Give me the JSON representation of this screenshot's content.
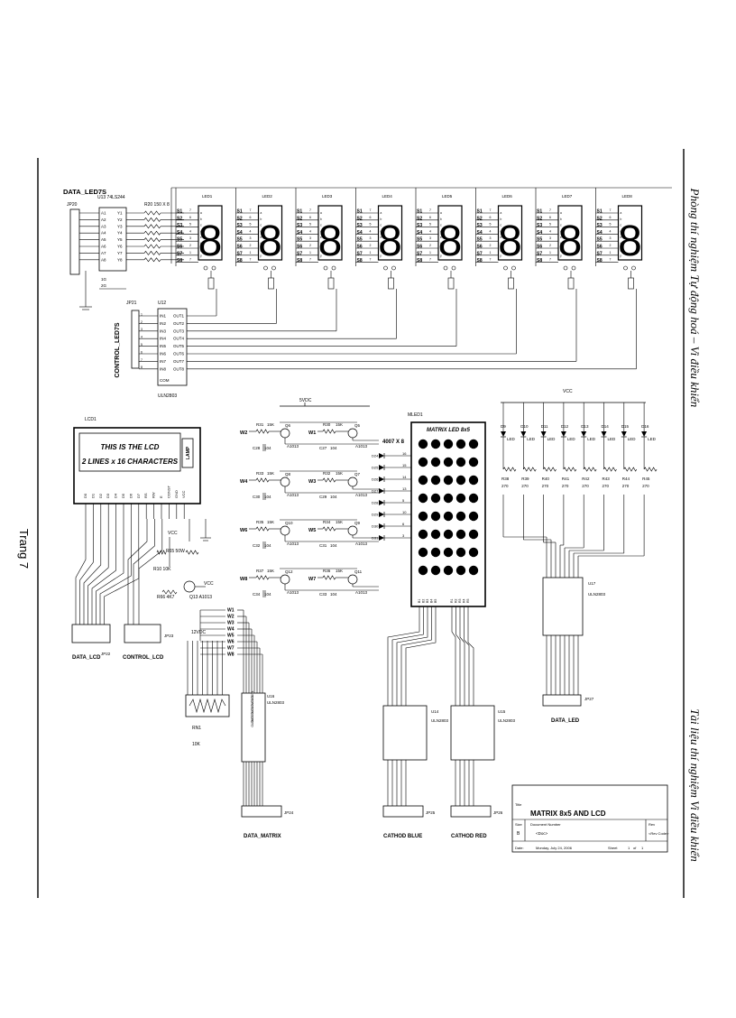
{
  "page": {
    "page_label": "Trang 7",
    "side_header": "Phòng thí nghiệm Tự động hoá – Vi điều khiển",
    "side_footer": "Tài liệu thí nghiệm Vi điều khiển"
  },
  "seven_seg": {
    "title": "DATA_LED7S",
    "jp_label": "JP20",
    "ic_label": "U13 74LS244",
    "res_label": "R20 150 X 8",
    "ic_pins_a": [
      "A1",
      "A2",
      "A3",
      "A4",
      "A5",
      "A6",
      "A7",
      "A8"
    ],
    "ic_pins_y": [
      "Y1",
      "Y2",
      "Y3",
      "Y4",
      "Y5",
      "Y6",
      "Y7",
      "Y8"
    ],
    "enable_pins": [
      "1G",
      "2G"
    ],
    "leds": [
      "LED1",
      "LED2",
      "LED3",
      "LED4",
      "LED5",
      "LED6",
      "LED7",
      "LED8"
    ],
    "seg_pins": [
      "S1",
      "S2",
      "S3",
      "S4",
      "S5",
      "S6",
      "S7",
      "S8"
    ],
    "seg_letters": [
      "a",
      "b",
      "c",
      "d",
      "e",
      "f",
      "g",
      "p"
    ],
    "digit": "8"
  },
  "control_led7s": {
    "title": "CONTROL_LED7S",
    "jp_label": "JP21",
    "ic_label": "U12",
    "ic_part": "ULN2803",
    "inputs": [
      "IN1",
      "IN2",
      "IN3",
      "IN4",
      "IN5",
      "IN6",
      "IN7",
      "IN8"
    ],
    "outputs": [
      "OUT1",
      "OUT2",
      "OUT3",
      "OUT4",
      "OUT5",
      "OUT6",
      "OUT7",
      "OUT8"
    ],
    "com": "COM"
  },
  "lcd": {
    "ref": "LCD1",
    "line1": "THIS IS THE LCD",
    "line2": "2 LINES x 16 CHARACTERS",
    "lamp": "LAMP",
    "pins": [
      "D0",
      "D1",
      "D2",
      "D3",
      "D4",
      "D5",
      "D6",
      "D7",
      "RS",
      "RW",
      "E",
      "CONST",
      "GND",
      "VCC"
    ],
    "r65": "R65 50W",
    "r10": "R10 10K",
    "r66": "R66 4K7",
    "q13": "Q13 A1013",
    "vcc": "VCC",
    "jp22": "JP22",
    "jp23": "JP23",
    "data_label": "DATA_LCD",
    "control_label": "CONTROL_LCD"
  },
  "transistor_block": {
    "supply": "5VDC",
    "rows": [
      {
        "w_left": "W2",
        "w_right": "W1",
        "r_left": "R31",
        "r_right": "R30",
        "c_left": "C28",
        "c_right": "C27",
        "q_left": "Q6",
        "q_right": "Q5"
      },
      {
        "w_left": "W4",
        "w_right": "W3",
        "r_left": "R33",
        "r_right": "R32",
        "c_left": "C30",
        "c_right": "C29",
        "q_left": "Q8",
        "q_right": "Q7"
      },
      {
        "w_left": "W6",
        "w_right": "W5",
        "r_left": "R35",
        "r_right": "R34",
        "c_left": "C32",
        "c_right": "C31",
        "q_left": "Q10",
        "q_right": "Q9"
      },
      {
        "w_left": "W8",
        "w_right": "W7",
        "r_left": "R37",
        "r_right": "R36",
        "c_left": "C34",
        "c_right": "C33",
        "q_left": "Q12",
        "q_right": "Q11"
      }
    ],
    "r_value": "15K",
    "c_value": "104",
    "q_part": "A1013",
    "diodes": [
      "D24",
      "D25",
      "D26",
      "D27",
      "D28",
      "D29",
      "D30",
      "D31"
    ],
    "diode_part": "4007 X 8",
    "pin_numbers": [
      "16",
      "15",
      "14",
      "13",
      "5",
      "10",
      "6",
      "3"
    ]
  },
  "matrix": {
    "ref": "MLED1",
    "label": "MATRIX LED 8x5",
    "col_blue": [
      "B1",
      "B2",
      "B3",
      "B4",
      "B5"
    ],
    "col_red": [
      "R1",
      "R2",
      "R3",
      "R4",
      "R5"
    ]
  },
  "data_matrix": {
    "lines": [
      "W1",
      "W2",
      "W3",
      "W4",
      "W5",
      "W6",
      "W7",
      "W8"
    ],
    "vcc": "12VDC",
    "rn": "RN1",
    "rn_value": "10K",
    "ic_label": "U16",
    "ic_part": "ULN2803",
    "jp": "JP24",
    "title": "DATA_MATRIX"
  },
  "cathode_blue": {
    "ic_label": "U14",
    "ic_part": "ULN2803",
    "jp": "JP25",
    "title": "CATHOD BLUE"
  },
  "cathode_red": {
    "ic_label": "U15",
    "ic_part": "ULN2803",
    "jp": "JP26",
    "title": "CATHOD RED"
  },
  "led_bar": {
    "vcc": "VCC",
    "leds": [
      "D9",
      "D10",
      "D11",
      "D12",
      "D13",
      "D14",
      "D15",
      "D16"
    ],
    "led_text": "LED",
    "resistors": [
      "R38",
      "R39",
      "R40",
      "R41",
      "R42",
      "R43",
      "R44",
      "R45"
    ],
    "r_value": "270",
    "ic_label": "U17",
    "ic_part": "ULN2803",
    "jp": "JP27",
    "title": "DATA_LED"
  },
  "title_block": {
    "title_label": "Title",
    "title": "MATRIX 8x5 AND LCD",
    "size_label": "Size",
    "size": "B",
    "doc_label": "Document Number",
    "doc": "<Doc>",
    "rev_label": "Rev",
    "rev": "<Rev Code>",
    "date_label": "Date:",
    "date": "Monday, July 24, 2006",
    "sheet_label": "Sheet",
    "sheet": "1",
    "of_label": "of",
    "of": "1"
  }
}
